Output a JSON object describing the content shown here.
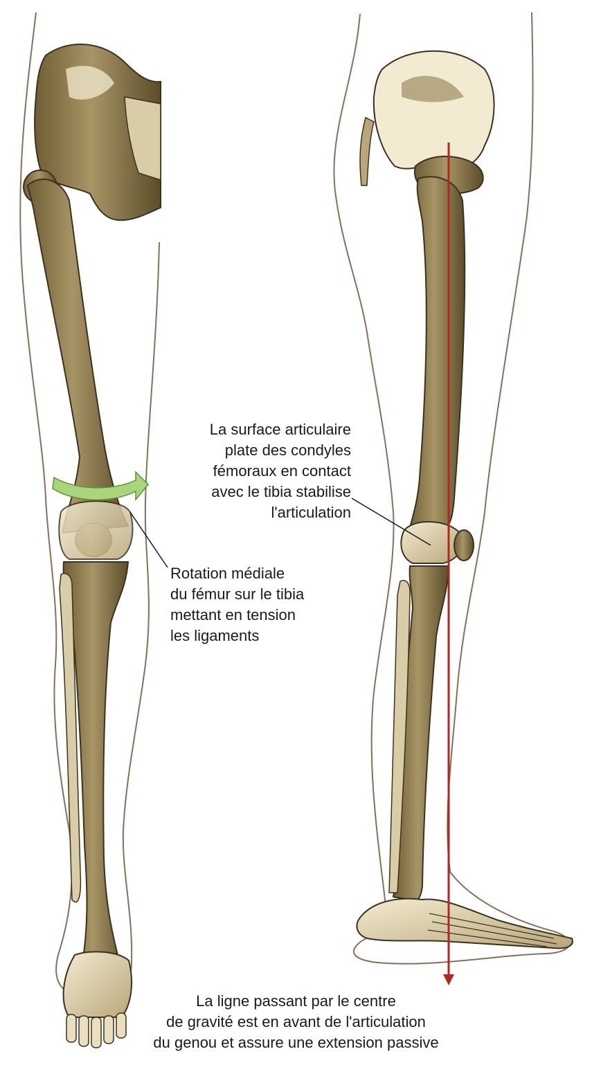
{
  "labels": {
    "condyles": {
      "lines": [
        "La surface articulaire",
        "plate des condyles",
        "fémoraux en contact",
        "avec le tibia stabilise",
        "l'articulation"
      ]
    },
    "rotation": {
      "lines": [
        "Rotation médiale",
        "du fémur sur le tibia",
        "mettant en tension",
        "les ligaments"
      ]
    },
    "gravity": {
      "lines": [
        "La ligne passant par le centre",
        "de gravité est en avant de l'articulation",
        "du genou et assure une extension passive"
      ]
    }
  },
  "colors": {
    "bone_fill": "#eee6c8",
    "bone_shade": "#7d6a3d",
    "bone_outline": "#3b3120",
    "skin_outline": "#8a6e58",
    "gravity_line": "#b5261e",
    "rotation_arrow": "#a9d67a",
    "leader_line": "#1a1a1a"
  },
  "icons": {
    "rotation_arrow": "curved-arrow-right",
    "gravity_arrow": "arrow-down"
  }
}
